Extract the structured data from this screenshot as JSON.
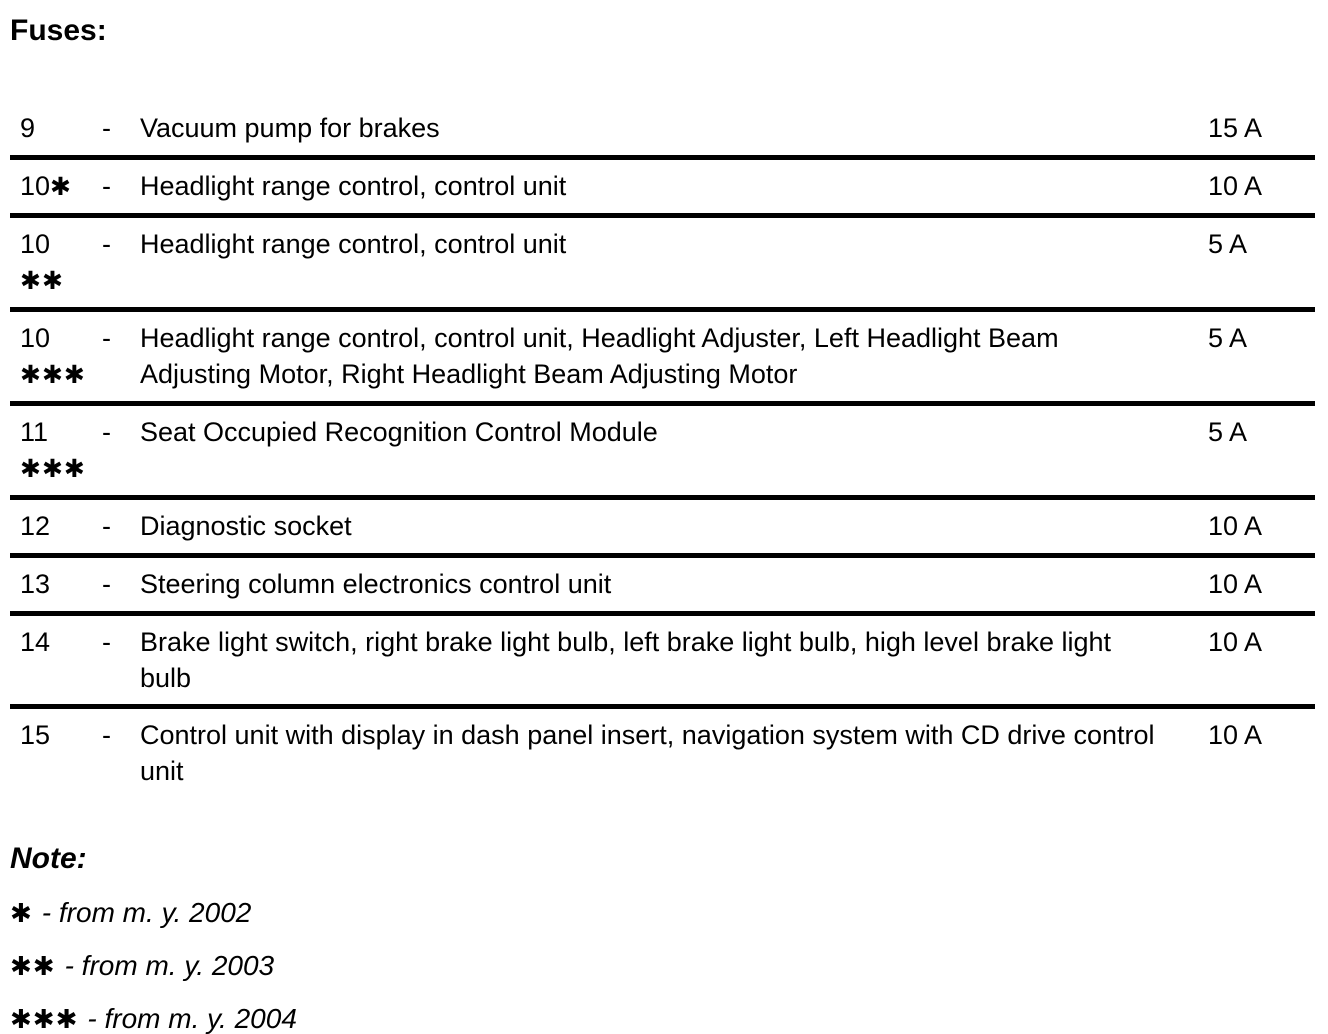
{
  "page": {
    "title": "Fuses:"
  },
  "fuse_table": {
    "rows": [
      {
        "number": "9",
        "marker_inline": "",
        "marker_below": "",
        "dash": "-",
        "description": "Vacuum pump for brakes",
        "amperage": "15 A",
        "separator_below": true
      },
      {
        "number": "10",
        "marker_inline": "✱",
        "marker_below": "",
        "dash": "-",
        "description": "Headlight range control, control unit",
        "amperage": "10 A",
        "separator_below": true
      },
      {
        "number": "10",
        "marker_inline": "",
        "marker_below": "✱✱",
        "dash": "-",
        "description": "Headlight range control, control unit",
        "amperage": "5 A",
        "separator_below": true
      },
      {
        "number": "10",
        "marker_inline": "",
        "marker_below": "✱✱✱",
        "dash": "-",
        "description": "Headlight range control, control unit, Headlight Adjuster, Left Headlight Beam Adjusting Motor, Right Headlight Beam Adjusting Motor",
        "amperage": "5 A",
        "separator_below": true
      },
      {
        "number": "11",
        "marker_inline": "",
        "marker_below": "✱✱✱",
        "dash": "-",
        "description": "Seat Occupied Recognition Control Module",
        "amperage": "5 A",
        "separator_below": true
      },
      {
        "number": "12",
        "marker_inline": "",
        "marker_below": "",
        "dash": "-",
        "description": "Diagnostic socket",
        "amperage": "10 A",
        "separator_below": true
      },
      {
        "number": "13",
        "marker_inline": "",
        "marker_below": "",
        "dash": "-",
        "description": "Steering column electronics control unit",
        "amperage": "10 A",
        "separator_below": true
      },
      {
        "number": "14",
        "marker_inline": "",
        "marker_below": "",
        "dash": "-",
        "description": "Brake light switch, right brake light bulb, left brake light bulb, high level brake light bulb",
        "amperage": "10 A",
        "separator_below": true
      },
      {
        "number": "15",
        "marker_inline": "",
        "marker_below": "",
        "dash": "-",
        "description": "Control unit with display in dash panel insert, navigation system with CD drive control unit",
        "amperage": "10 A",
        "separator_below": false
      }
    ]
  },
  "note": {
    "title": "Note:",
    "items": [
      {
        "marker": "✱",
        "text": "- from m. y. 2002"
      },
      {
        "marker": "✱✱",
        "text": "- from m. y. 2003"
      },
      {
        "marker": "✱✱✱",
        "text": "- from m. y. 2004"
      }
    ]
  }
}
